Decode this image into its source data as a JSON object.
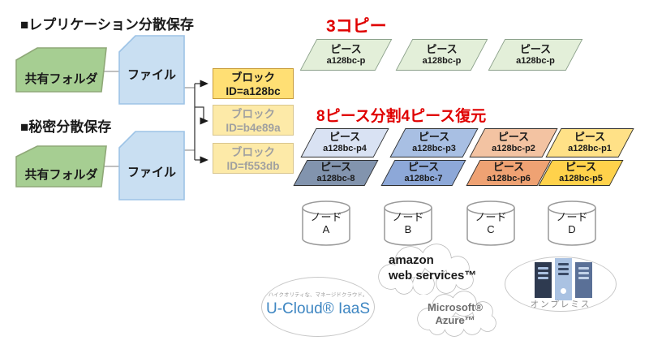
{
  "colors": {
    "red_label": "#e00000",
    "copy_piece_bg": "#e3efd9",
    "row1_p4": "#d9e2f3",
    "row1_p3": "#a8bfe3",
    "row1_p2": "#f3c3a2",
    "row1_p1": "#ffe187",
    "row2_8": "#8294ae",
    "row2_7": "#8da8d8",
    "row2_p6": "#efa273",
    "row2_p5": "#ffd24b",
    "block_active_bg": "#ffdf74",
    "block_inactive_bg": "#fdeaa8",
    "folder_bg": "#a6ce92",
    "file_bg": "#c9dff2"
  },
  "sections": {
    "replication": {
      "title": "■レプリケーション分散保存",
      "folder": "共有フォルダ",
      "file": "ファイル"
    },
    "secret": {
      "title": "■秘密分散保存",
      "folder": "共有フォルダ",
      "file": "ファイル"
    }
  },
  "labels": {
    "copies": "3コピー",
    "split": "8ピース分割4ピース復元"
  },
  "blocks": [
    {
      "name": "ブロック",
      "id": "ID=a128bc"
    },
    {
      "name": "ブロック",
      "id": "ID=b4e89a"
    },
    {
      "name": "ブロック",
      "id": "ID=f553db"
    }
  ],
  "copy_pieces": [
    {
      "name": "ピース",
      "id": "a128bc-p"
    },
    {
      "name": "ピース",
      "id": "a128bc-p"
    },
    {
      "name": "ピース",
      "id": "a128bc-p"
    }
  ],
  "split_row1": [
    {
      "name": "ピース",
      "id": "a128bc-p4"
    },
    {
      "name": "ピース",
      "id": "a128bc-p3"
    },
    {
      "name": "ピース",
      "id": "a128bc-p2"
    },
    {
      "name": "ピース",
      "id": "a128bc-p1"
    }
  ],
  "split_row2": [
    {
      "name": "ピース",
      "id": "a128bc-8"
    },
    {
      "name": "ピース",
      "id": "a128bc-7"
    },
    {
      "name": "ピース",
      "id": "a128bc-p6"
    },
    {
      "name": "ピース",
      "id": "a128bc-p5"
    }
  ],
  "nodes": [
    {
      "name": "ノード",
      "id": "A"
    },
    {
      "name": "ノード",
      "id": "B"
    },
    {
      "name": "ノード",
      "id": "C"
    },
    {
      "name": "ノード",
      "id": "D"
    }
  ],
  "providers": {
    "ucloud": {
      "tagline": "ハイクオリティな、マネージドクラウド。",
      "name": "U-Cloud® IaaS"
    },
    "aws": {
      "line1": "amazon",
      "line2": "web services™"
    },
    "azure": {
      "line1": "Microsoft®",
      "line2": "Azure™"
    },
    "onprem": {
      "label": "オンプレミス"
    }
  }
}
